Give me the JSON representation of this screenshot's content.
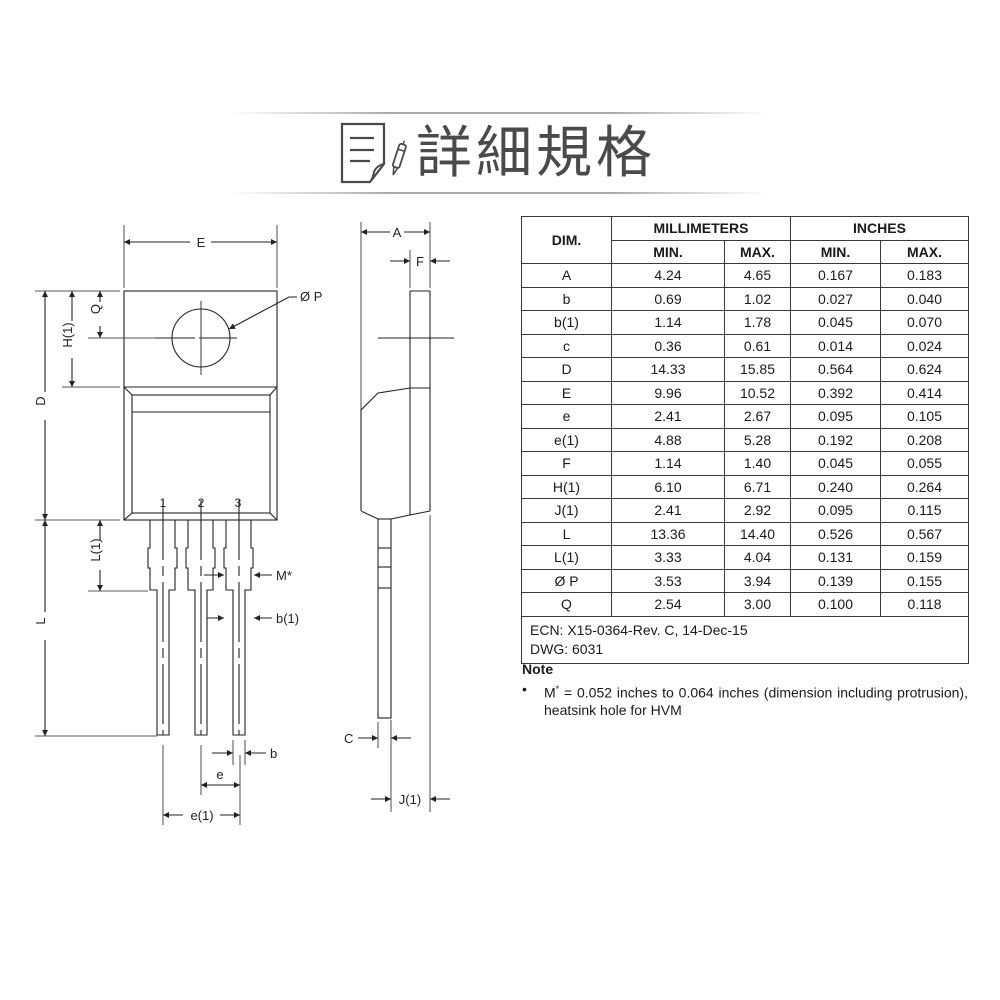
{
  "header": {
    "title": "詳細規格",
    "icon": "document-pen-icon"
  },
  "drawing": {
    "front_view_labels": {
      "E": "E",
      "P": "Ø P",
      "Q": "Q",
      "H1": "H(1)",
      "D": "D",
      "L": "L",
      "L1": "L(1)",
      "M": "M*",
      "b1": "b(1)",
      "b": "b",
      "e": "e",
      "e1": "e(1)",
      "pin1": "1",
      "pin2": "2",
      "pin3": "3"
    },
    "side_view_labels": {
      "A": "A",
      "F": "F",
      "C": "C",
      "J1": "J(1)"
    }
  },
  "table": {
    "headers": {
      "dim": "DIM.",
      "millimeters": "MILLIMETERS",
      "inches": "INCHES",
      "min": "MIN.",
      "max": "MAX."
    },
    "rows": [
      {
        "dim": "A",
        "mm_min": "4.24",
        "mm_max": "4.65",
        "in_min": "0.167",
        "in_max": "0.183"
      },
      {
        "dim": "b",
        "mm_min": "0.69",
        "mm_max": "1.02",
        "in_min": "0.027",
        "in_max": "0.040"
      },
      {
        "dim": "b(1)",
        "mm_min": "1.14",
        "mm_max": "1.78",
        "in_min": "0.045",
        "in_max": "0.070"
      },
      {
        "dim": "c",
        "mm_min": "0.36",
        "mm_max": "0.61",
        "in_min": "0.014",
        "in_max": "0.024"
      },
      {
        "dim": "D",
        "mm_min": "14.33",
        "mm_max": "15.85",
        "in_min": "0.564",
        "in_max": "0.624"
      },
      {
        "dim": "E",
        "mm_min": "9.96",
        "mm_max": "10.52",
        "in_min": "0.392",
        "in_max": "0.414"
      },
      {
        "dim": "e",
        "mm_min": "2.41",
        "mm_max": "2.67",
        "in_min": "0.095",
        "in_max": "0.105"
      },
      {
        "dim": "e(1)",
        "mm_min": "4.88",
        "mm_max": "5.28",
        "in_min": "0.192",
        "in_max": "0.208"
      },
      {
        "dim": "F",
        "mm_min": "1.14",
        "mm_max": "1.40",
        "in_min": "0.045",
        "in_max": "0.055"
      },
      {
        "dim": "H(1)",
        "mm_min": "6.10",
        "mm_max": "6.71",
        "in_min": "0.240",
        "in_max": "0.264"
      },
      {
        "dim": "J(1)",
        "mm_min": "2.41",
        "mm_max": "2.92",
        "in_min": "0.095",
        "in_max": "0.115"
      },
      {
        "dim": "L",
        "mm_min": "13.36",
        "mm_max": "14.40",
        "in_min": "0.526",
        "in_max": "0.567"
      },
      {
        "dim": "L(1)",
        "mm_min": "3.33",
        "mm_max": "4.04",
        "in_min": "0.131",
        "in_max": "0.159"
      },
      {
        "dim": "Ø P",
        "mm_min": "3.53",
        "mm_max": "3.94",
        "in_min": "0.139",
        "in_max": "0.155"
      },
      {
        "dim": "Q",
        "mm_min": "2.54",
        "mm_max": "3.00",
        "in_min": "0.100",
        "in_max": "0.118"
      }
    ],
    "footer": {
      "ecn": "ECN: X15-0364-Rev. C, 14-Dec-15",
      "dwg": "DWG: 6031"
    }
  },
  "note": {
    "title": "Note",
    "bullet": "•",
    "items": [
      {
        "symbol": "M",
        "sup": "*",
        "text": " = 0.052 inches to 0.064 inches (dimension including protrusion), heatsink hole for HVM"
      }
    ]
  },
  "colors": {
    "line": "#222222",
    "title_text": "#4a4a4a",
    "divider": "#a9a9a9"
  }
}
